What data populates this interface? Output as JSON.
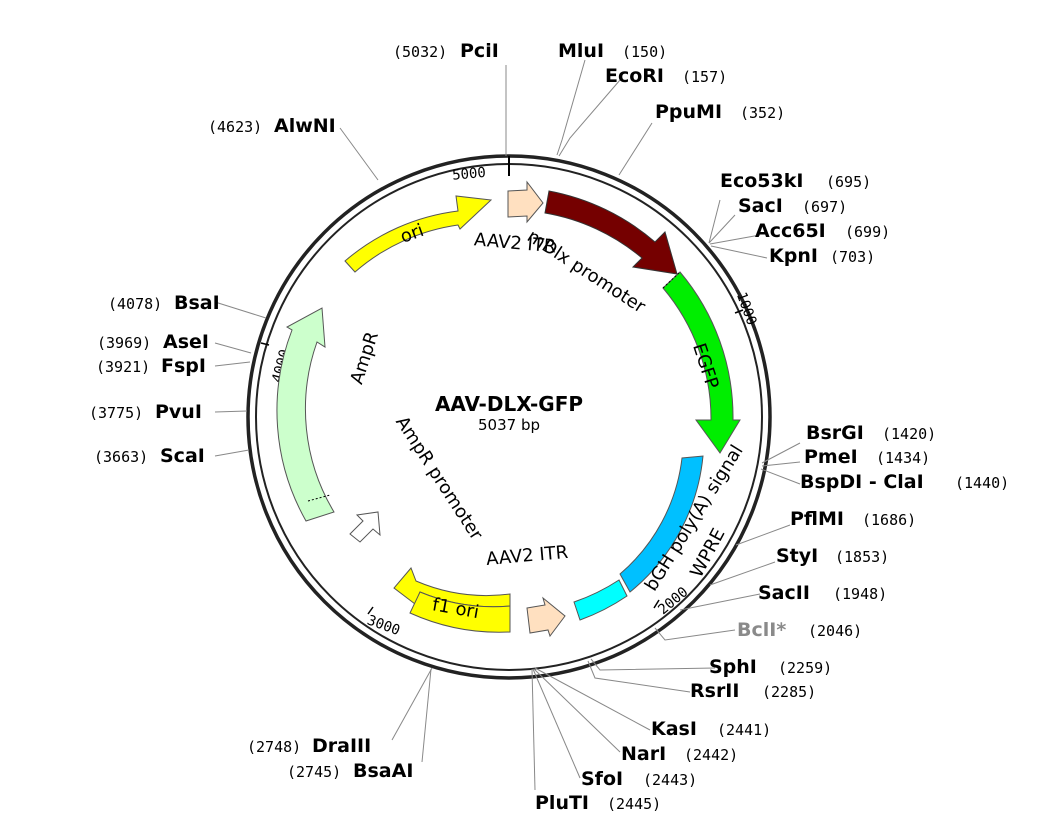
{
  "plasmid": {
    "name": "AAV-DLX-GFP",
    "length_label": "5037 bp",
    "length_bp": 5037
  },
  "ticks": [
    {
      "label": "5000",
      "bp": 5000
    },
    {
      "label": "1000",
      "bp": 1000
    },
    {
      "label": "2000",
      "bp": 2000
    },
    {
      "label": "3000",
      "bp": 3000
    },
    {
      "label": "4000",
      "bp": 4000
    }
  ],
  "features": [
    {
      "name": "ori",
      "label": "ori",
      "color": "#ffff00"
    },
    {
      "name": "aav2-itr-left",
      "label": "AAV2 ITR",
      "color": "#ffe0c0"
    },
    {
      "name": "mdlx-promoter",
      "label": "mDlx promoter",
      "color": "#750000"
    },
    {
      "name": "egfp",
      "label": "EGFP",
      "color": "#00ee00"
    },
    {
      "name": "wpre",
      "label": "WPRE",
      "color": "#00c0ff"
    },
    {
      "name": "bgh-polya",
      "label": "bGH poly(A) signal",
      "color": "#00ffff"
    },
    {
      "name": "aav2-itr-right",
      "label": "AAV2 ITR",
      "color": "#ffe0c0"
    },
    {
      "name": "f1-ori",
      "label": "f1 ori",
      "color": "#ffff00"
    },
    {
      "name": "ampr-promoter",
      "label": "AmpR promoter",
      "color": "#ffffff"
    },
    {
      "name": "ampr",
      "label": "AmpR",
      "color": "#ccffcc"
    }
  ],
  "sites": [
    {
      "enzyme": "PciI",
      "pos": "(5032)",
      "bp": 5032,
      "gray": false
    },
    {
      "enzyme": "MluI",
      "pos": "(150)",
      "bp": 150,
      "gray": false
    },
    {
      "enzyme": "EcoRI",
      "pos": "(157)",
      "bp": 157,
      "gray": false
    },
    {
      "enzyme": "PpuMI",
      "pos": "(352)",
      "bp": 352,
      "gray": false
    },
    {
      "enzyme": "Eco53kI",
      "pos": "(695)",
      "bp": 695,
      "gray": false
    },
    {
      "enzyme": "SacI",
      "pos": "(697)",
      "bp": 697,
      "gray": false
    },
    {
      "enzyme": "Acc65I",
      "pos": "(699)",
      "bp": 699,
      "gray": false
    },
    {
      "enzyme": "KpnI",
      "pos": "(703)",
      "bp": 703,
      "gray": false
    },
    {
      "enzyme": "BsrGI",
      "pos": "(1420)",
      "bp": 1420,
      "gray": false
    },
    {
      "enzyme": "PmeI",
      "pos": "(1434)",
      "bp": 1434,
      "gray": false
    },
    {
      "enzyme": "BspDI - ClaI",
      "pos": "(1440)",
      "bp": 1440,
      "gray": false
    },
    {
      "enzyme": "PflMI",
      "pos": "(1686)",
      "bp": 1686,
      "gray": false
    },
    {
      "enzyme": "StyI",
      "pos": "(1853)",
      "bp": 1853,
      "gray": false
    },
    {
      "enzyme": "SacII",
      "pos": "(1948)",
      "bp": 1948,
      "gray": false
    },
    {
      "enzyme": "BclI*",
      "pos": "(2046)",
      "bp": 2046,
      "gray": true
    },
    {
      "enzyme": "SphI",
      "pos": "(2259)",
      "bp": 2259,
      "gray": false
    },
    {
      "enzyme": "RsrII",
      "pos": "(2285)",
      "bp": 2285,
      "gray": false
    },
    {
      "enzyme": "KasI",
      "pos": "(2441)",
      "bp": 2441,
      "gray": false
    },
    {
      "enzyme": "NarI",
      "pos": "(2442)",
      "bp": 2442,
      "gray": false
    },
    {
      "enzyme": "SfoI",
      "pos": "(2443)",
      "bp": 2443,
      "gray": false
    },
    {
      "enzyme": "PluTI",
      "pos": "(2445)",
      "bp": 2445,
      "gray": false
    },
    {
      "enzyme": "DraIII",
      "pos": "(2748)",
      "bp": 2748,
      "gray": false
    },
    {
      "enzyme": "BsaAI",
      "pos": "(2745)",
      "bp": 2745,
      "gray": false
    },
    {
      "enzyme": "ScaI",
      "pos": "(3663)",
      "bp": 3663,
      "gray": false
    },
    {
      "enzyme": "PvuI",
      "pos": "(3775)",
      "bp": 3775,
      "gray": false
    },
    {
      "enzyme": "FspI",
      "pos": "(3921)",
      "bp": 3921,
      "gray": false
    },
    {
      "enzyme": "AseI",
      "pos": "(3969)",
      "bp": 3969,
      "gray": false
    },
    {
      "enzyme": "BsaI",
      "pos": "(4078)",
      "bp": 4078,
      "gray": false
    },
    {
      "enzyme": "AlwNI",
      "pos": "(4623)",
      "bp": 4623,
      "gray": false
    }
  ]
}
